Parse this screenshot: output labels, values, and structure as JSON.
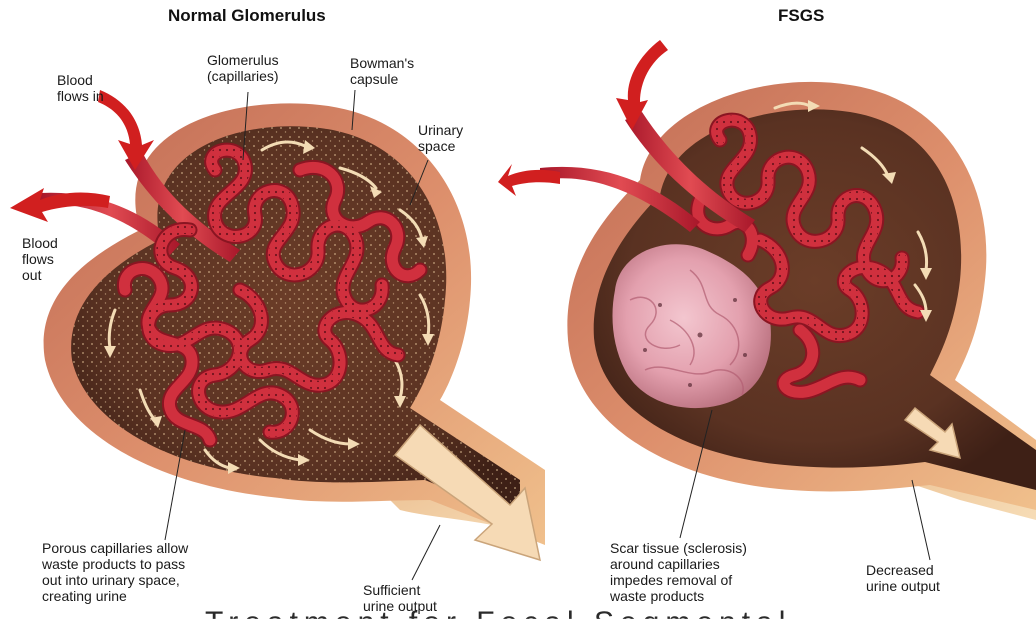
{
  "titles": {
    "normal": "Normal Glomerulus",
    "fsgs": "FSGS"
  },
  "labels": {
    "blood_in": "Blood\nflows in",
    "blood_out": "Blood\nflows\nout",
    "glomerulus": "Glomerulus\n(capillaries)",
    "bowmans": "Bowman's\ncapsule",
    "urinary_space": "Urinary\nspace",
    "porous": "Porous capillaries allow\nwaste products to pass\nout into urinary space,\ncreating urine",
    "sufficient": "Sufficient\nurine output",
    "scar": "Scar tissue (sclerosis)\naround capillaries\nimpedes removal of\nwaste products",
    "decreased": "Decreased\nurine output"
  },
  "footer_text": "Treatment for Focal Segmental",
  "colors": {
    "capsule_outer": "#e8a878",
    "capsule_inner": "#5a3424",
    "capillary": "#d0303e",
    "capillary_dark": "#8a1522",
    "scar": "#e6a7b4",
    "blood_arrow": "#d11f1f",
    "flow_arrow": "#f3dcb5"
  }
}
